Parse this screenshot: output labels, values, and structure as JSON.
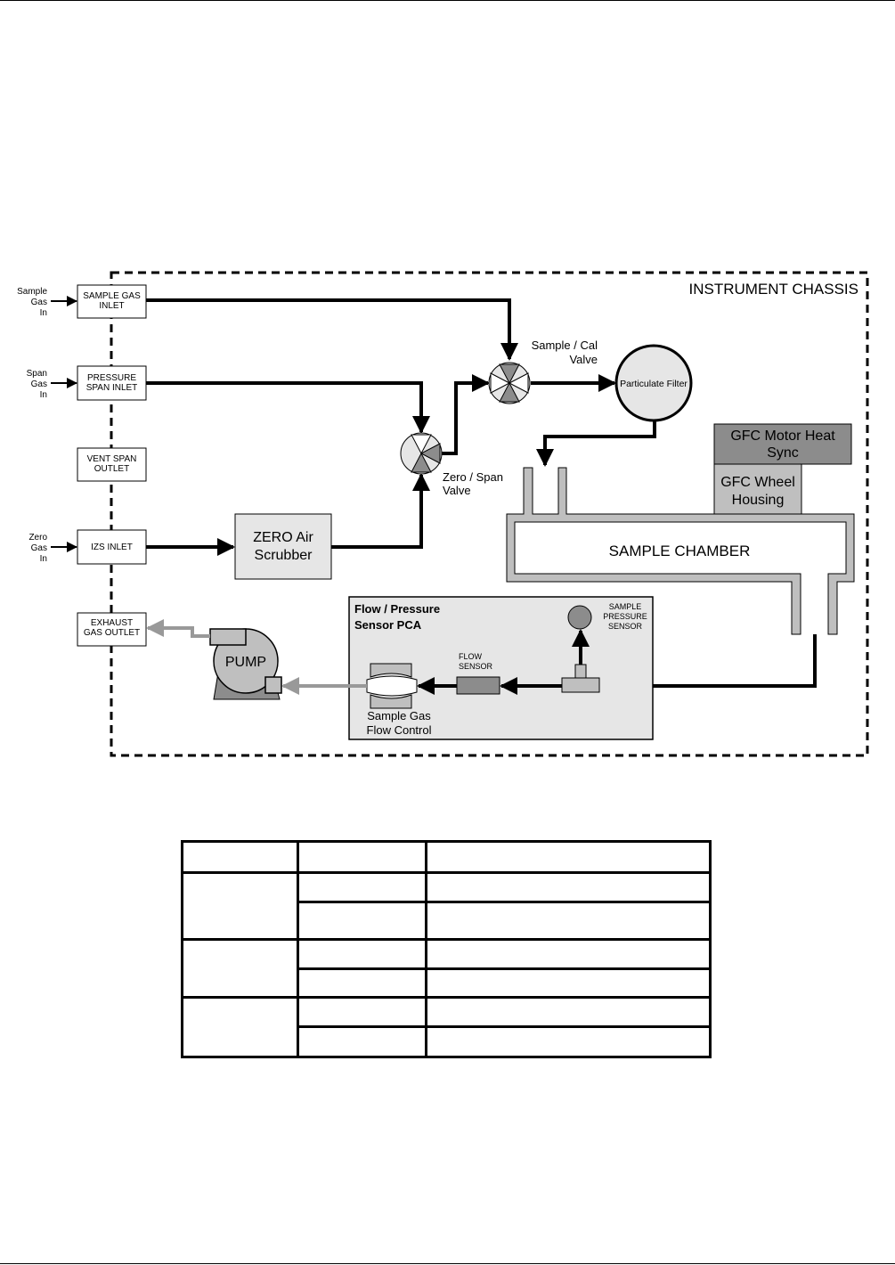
{
  "diagram": {
    "chassis_label": "INSTRUMENT CHASSIS",
    "inlets": {
      "sample_gas_in": [
        "Sample",
        "Gas",
        "In"
      ],
      "span_gas_in": [
        "Span",
        "Gas",
        "In"
      ],
      "zero_gas_in": [
        "Zero",
        "Gas",
        "In"
      ],
      "sample_gas_inlet": [
        "SAMPLE GAS",
        "INLET"
      ],
      "pressure_span_inlet": [
        "PRESSURE",
        "SPAN INLET"
      ],
      "vent_span_outlet": [
        "VENT SPAN",
        "OUTLET"
      ],
      "izs_inlet": "IZS INLET",
      "exhaust_gas_outlet": [
        "EXHAUST",
        "GAS OUTLET"
      ]
    },
    "zero_air_scrubber": [
      "ZERO Air",
      "Scrubber"
    ],
    "zero_span_valve": [
      "Zero / Span",
      "Valve"
    ],
    "sample_cal_valve": [
      "Sample / Cal",
      "Valve"
    ],
    "particulate_filter": "Particulate Filter",
    "gfc_motor_heat_sync": [
      "GFC Motor Heat",
      "Sync"
    ],
    "gfc_wheel_housing": [
      "GFC Wheel",
      "Housing"
    ],
    "sample_chamber": "SAMPLE CHAMBER",
    "flow_pressure_pca": [
      "Flow / Pressure",
      "Sensor PCA"
    ],
    "sample_pressure_sensor": [
      "SAMPLE",
      "PRESSURE",
      "SENSOR"
    ],
    "flow_sensor": [
      "FLOW",
      "SENSOR"
    ],
    "sample_gas_flow_control": [
      "Sample Gas",
      "Flow Control"
    ],
    "pump": "PUMP",
    "colors": {
      "line": "#000000",
      "exhaust_line": "#999999",
      "box_fill": "#e6e6e6",
      "dark_fill": "#8c8c8c",
      "mid_fill": "#bfbfbf"
    }
  },
  "table": {
    "rows": [
      [
        "",
        "",
        ""
      ],
      [
        "",
        "",
        ""
      ],
      [
        "",
        ""
      ],
      [
        "",
        "",
        ""
      ],
      [
        "",
        ""
      ],
      [
        "",
        "",
        ""
      ],
      [
        "",
        ""
      ]
    ]
  }
}
